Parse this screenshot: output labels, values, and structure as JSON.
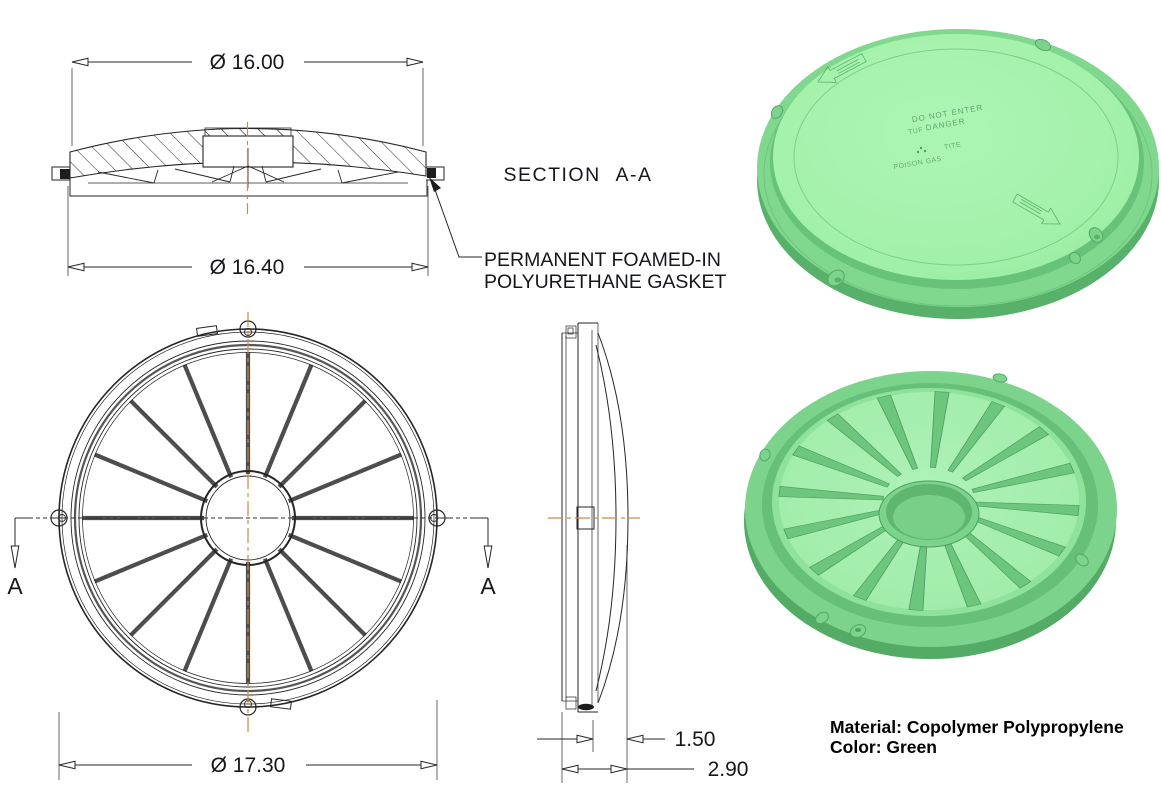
{
  "page": {
    "background": "#ffffff"
  },
  "section_view": {
    "label": "SECTION A-A",
    "dim_outer_top": "Ø 16.00",
    "dim_outer_bottom": "Ø 16.40",
    "gasket_callout_line1": "PERMANENT FOAMED-IN",
    "gasket_callout_line2": "POLYURETHANE GASKET"
  },
  "plan_view": {
    "dim_diameter": "Ø 17.30",
    "section_arrow_left_label": "A",
    "section_arrow_right_label": "A"
  },
  "side_view": {
    "dim_dome_height": "1.50",
    "dim_overall_height": "2.90"
  },
  "render_top": {
    "molded_text_line1": "DO NOT ENTER",
    "molded_text_line2": "DANGER",
    "molded_text_line3": "TUF",
    "molded_text_line4": "TITE",
    "molded_text_line5": "POISON GAS"
  },
  "material_note": {
    "material": "Material: Copolymer Polypropylene",
    "color": "Color: Green"
  },
  "colors": {
    "lid_green_light": "#a2f1aa",
    "lid_green_mid": "#7fd88e",
    "lid_green_dark": "#5fb370",
    "centerline_orange": "#cf8a3e",
    "drawing_line": "#262626"
  }
}
